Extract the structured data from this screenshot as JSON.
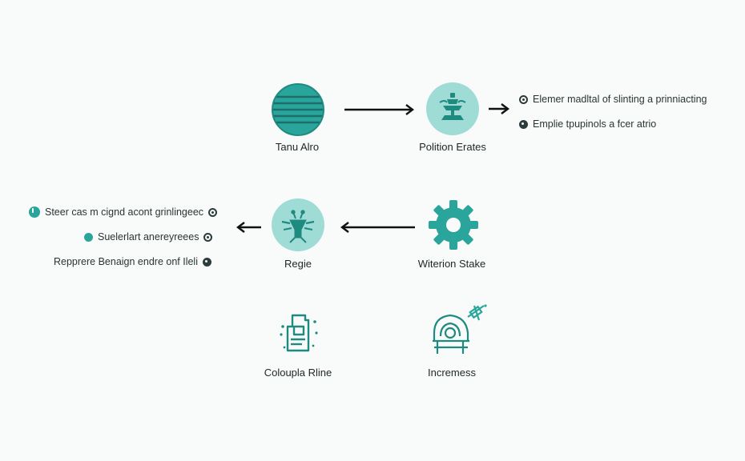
{
  "nodes": {
    "tanu_alro": {
      "label": "Tanu Alro",
      "icon": "striped-circle-icon"
    },
    "polition_erates": {
      "label": "Polition Erates",
      "icon": "fountain-icon"
    },
    "regie": {
      "label": "Regie",
      "icon": "tree-figure-icon"
    },
    "witerion_stake": {
      "label": "Witerion Stake",
      "icon": "gear-icon"
    },
    "coloupla_rline": {
      "label": "Coloupla Rline",
      "icon": "document-icon"
    },
    "incremess": {
      "label": "Incremess",
      "icon": "dome-satellite-icon"
    }
  },
  "right_notes": [
    {
      "text": "Elemer madltal of slinting a prinniacting",
      "dot": "outline"
    },
    {
      "text": "Emplie tpupinols a fcer atrio",
      "dot": "dark"
    }
  ],
  "left_notes": [
    {
      "text": "Steer cas m cignd acont grinlingeec",
      "left_dot": "teal-pin",
      "right_dot": "outline"
    },
    {
      "text": "Suelerlart anereyreees",
      "left_dot": "teal",
      "right_dot": "outline"
    },
    {
      "text": "Repprere Benaign endre onf Ileli",
      "left_dot": null,
      "right_dot": "dark"
    }
  ],
  "colors": {
    "teal": "#29a59b",
    "teal_light": "#9fdcd6",
    "teal_dark": "#1f8a80",
    "ink": "#1e2626"
  }
}
